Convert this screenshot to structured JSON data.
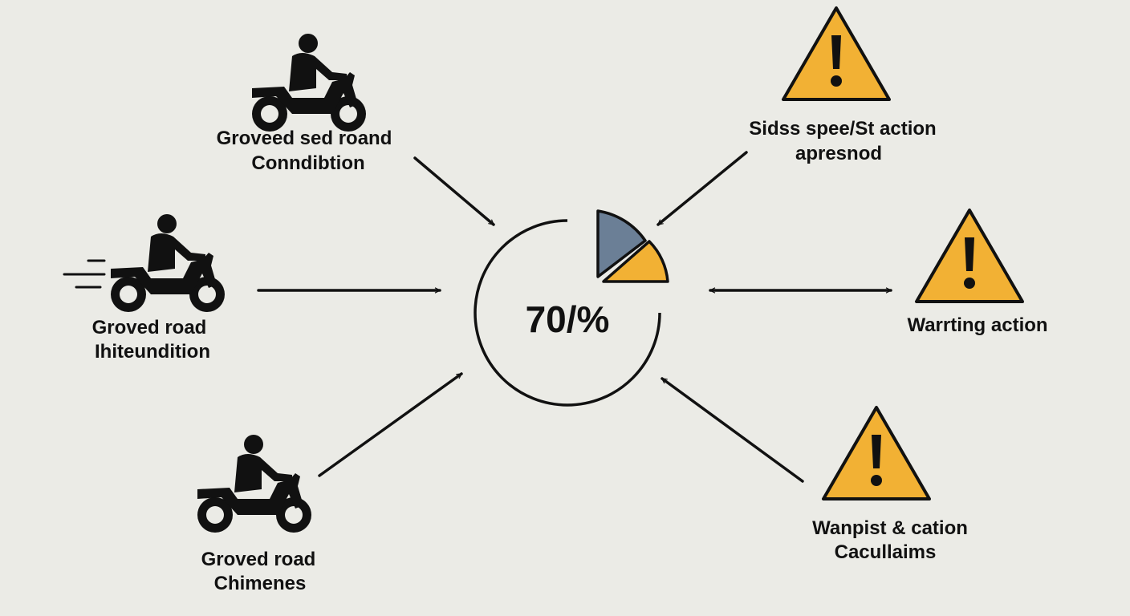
{
  "colors": {
    "background": "#ebebe6",
    "warning": "#f2b134",
    "slate": "#6b7f96",
    "ink": "#111111"
  },
  "center": {
    "value_text": "70/%"
  },
  "nodes": {
    "top_left": {
      "icon": "motorcycle-icon",
      "lines": [
        "Groveed sed roand",
        "Conndibtion"
      ]
    },
    "mid_left": {
      "icon": "motorcycle-speed-icon",
      "lines": [
        "Groved road",
        "Ihiteundition"
      ]
    },
    "bottom_left": {
      "icon": "motorcycle-icon",
      "lines": [
        "Groved road",
        "Chimenes"
      ]
    },
    "top_right": {
      "icon": "warning-icon",
      "lines": [
        "Sidss spee/St action",
        "apresnod"
      ]
    },
    "mid_right": {
      "icon": "warning-icon",
      "lines": [
        "Warrting action"
      ]
    },
    "bottom_right": {
      "icon": "warning-icon",
      "lines": [
        "Wanpist & cation",
        "Cacullaims"
      ]
    }
  }
}
